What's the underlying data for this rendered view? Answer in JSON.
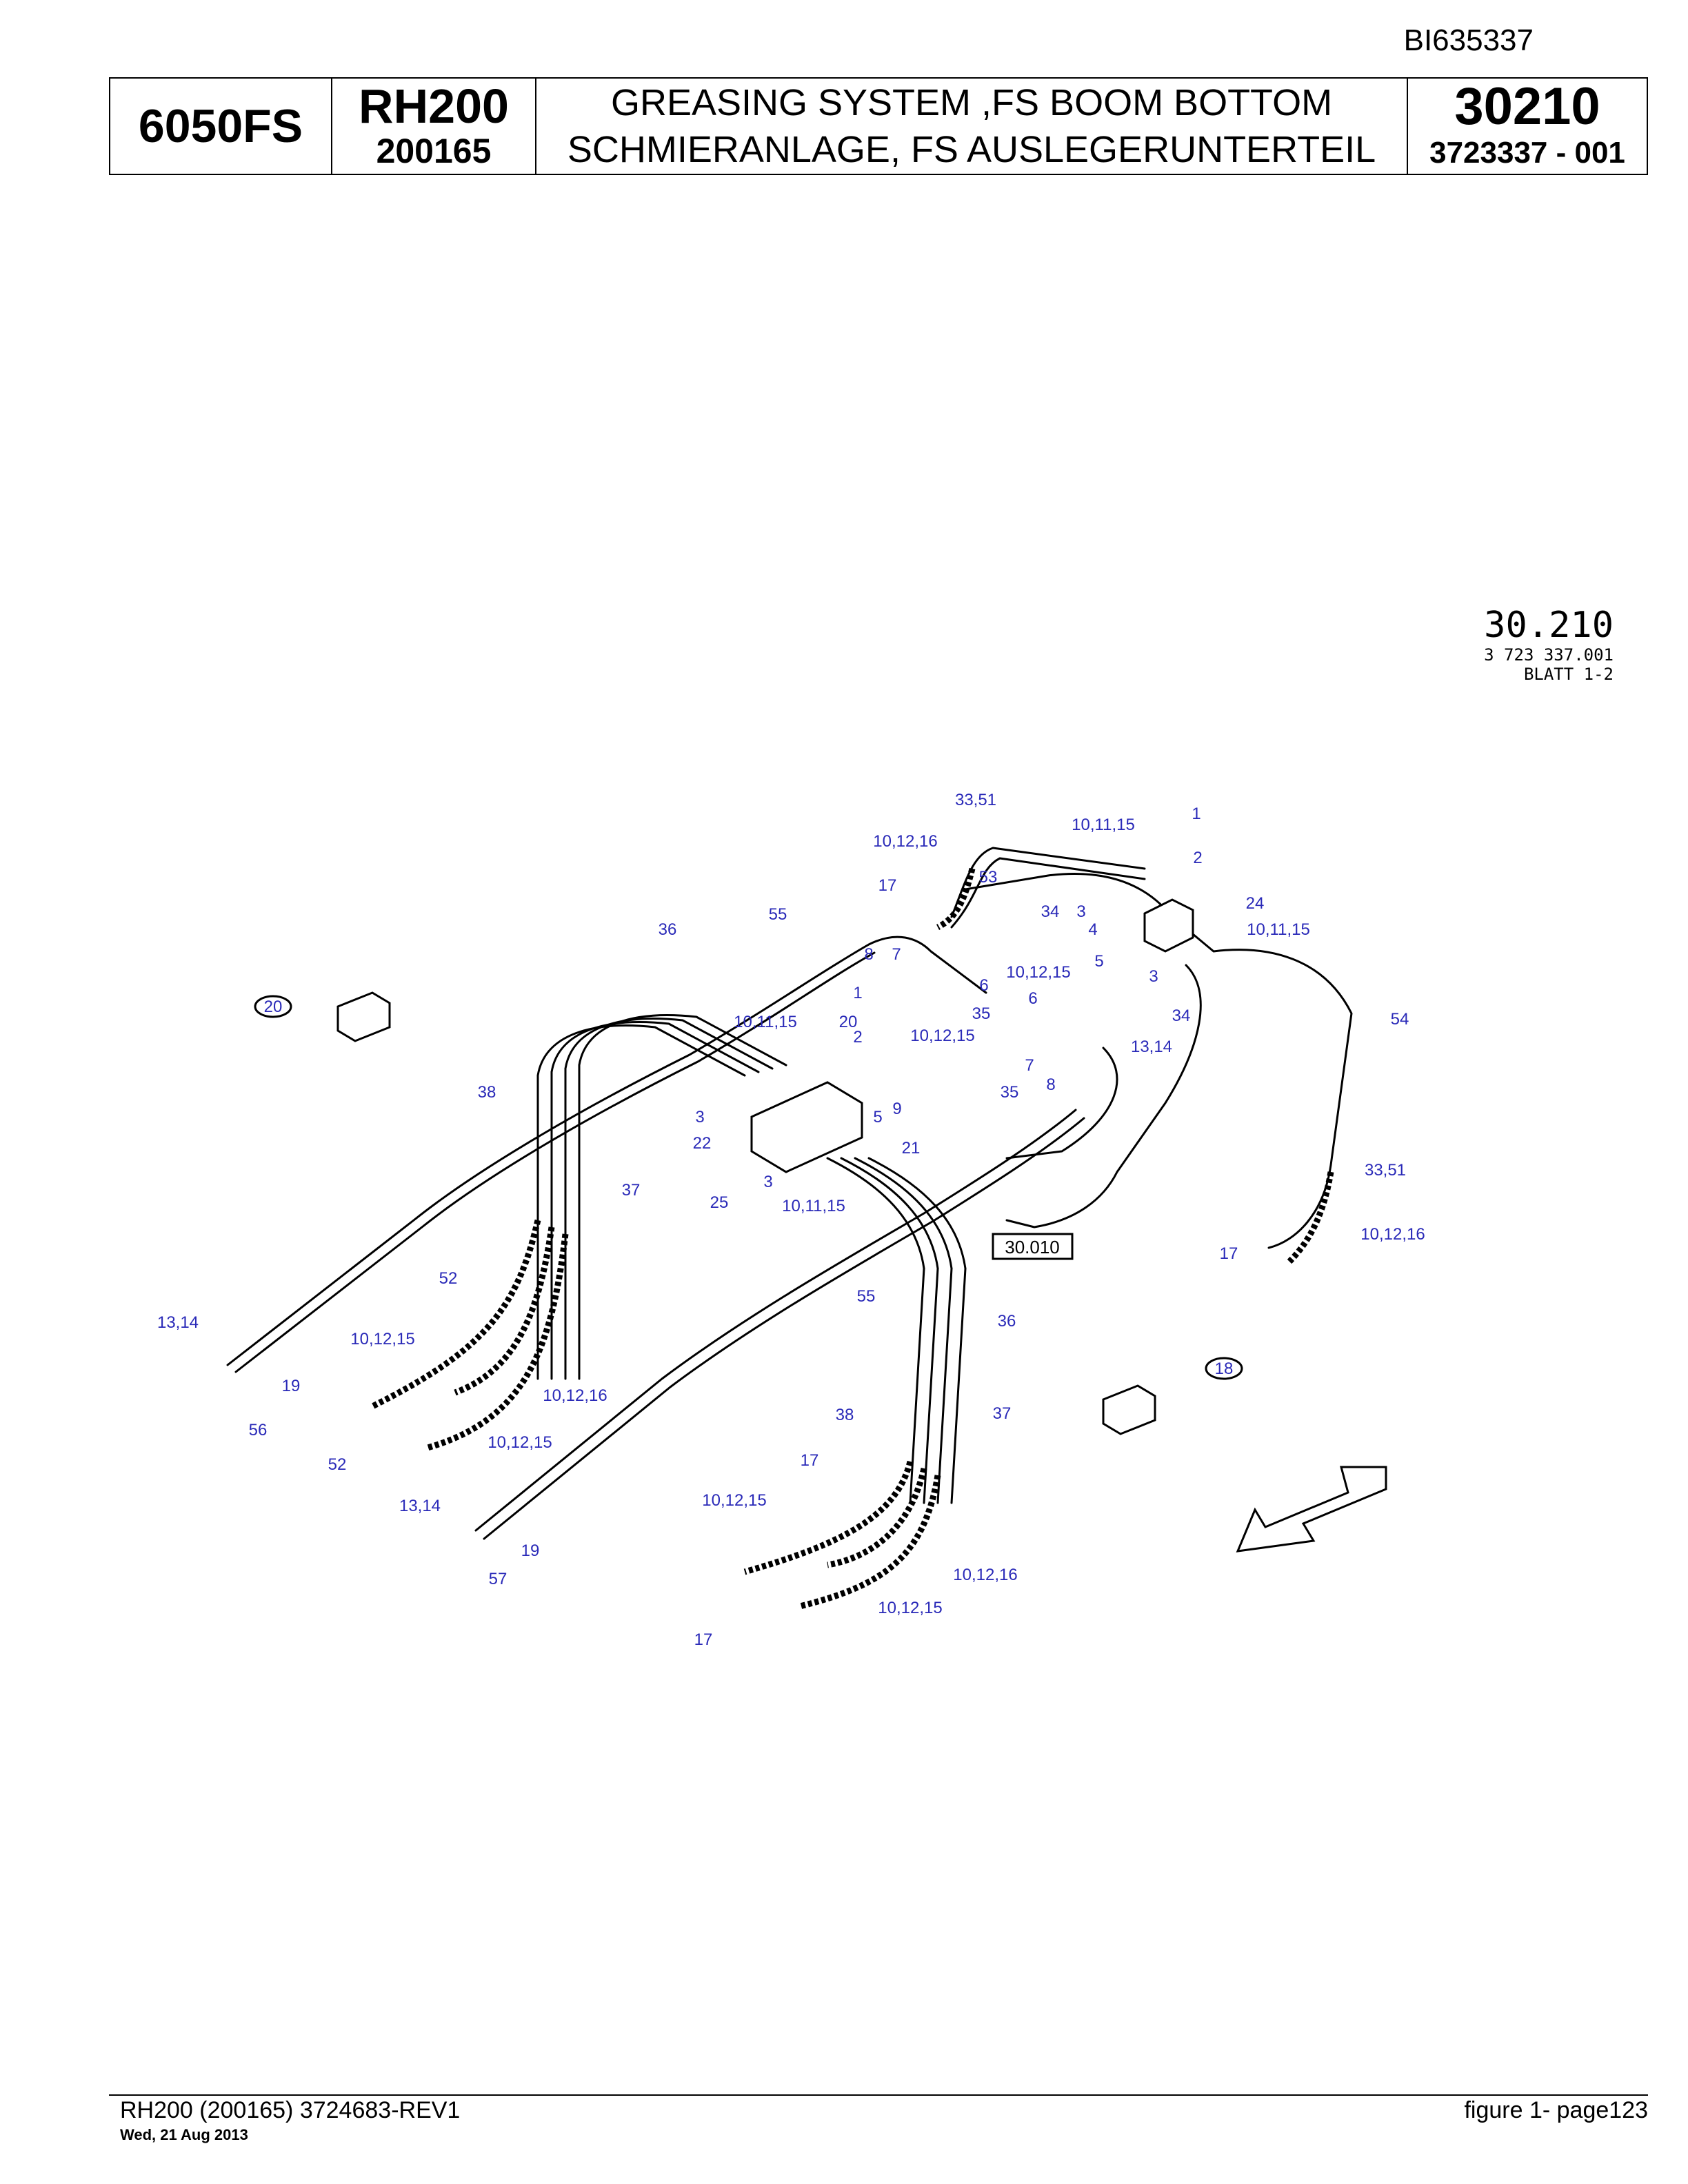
{
  "doc_id": "BI635337",
  "header": {
    "model": "6050FS",
    "series": "RH200",
    "serial": "200165",
    "title_en": "GREASING SYSTEM ,FS BOOM BOTTOM",
    "title_de": "SCHMIERANLAGE, FS AUSLEGERUNTERTEIL",
    "group_code": "30210",
    "part_no": "3723337  - 001"
  },
  "stamp": {
    "code": "30.210",
    "number": "3 723 337.001",
    "sheet": "BLATT 1-2"
  },
  "labels": [
    "33,51",
    "10,11,15",
    "1",
    "10,12,16",
    "2",
    "53",
    "17",
    "24",
    "34",
    "3",
    "55",
    "4",
    "10,11,15",
    "8",
    "10,12,15",
    "5",
    "36",
    "7",
    "6",
    "3",
    "1",
    "35",
    "20",
    "34",
    "10,11,15",
    "6",
    "2",
    "10,12,15",
    "13,14",
    "54",
    "7",
    "8",
    "38",
    "3",
    "35",
    "9",
    "5",
    "22",
    "21",
    "3",
    "37",
    "25",
    "10,11,15",
    "33,51",
    "10,12,16",
    "17",
    "52",
    "55",
    "36",
    "13,14",
    "10,12,15",
    "19",
    "10,12,16",
    "38",
    "37",
    "56",
    "10,12,15",
    "17",
    "52",
    "13,14",
    "10,12,15",
    "19",
    "57",
    "10,12,16",
    "10,12,15",
    "17"
  ],
  "callouts": {
    "c20": "20",
    "c18": "18"
  },
  "ref_box": "30.010",
  "footer": {
    "left": "RH200 (200165) 3724683-REV1",
    "date": "Wed, 21 Aug 2013",
    "right": "figure  1- page123"
  }
}
